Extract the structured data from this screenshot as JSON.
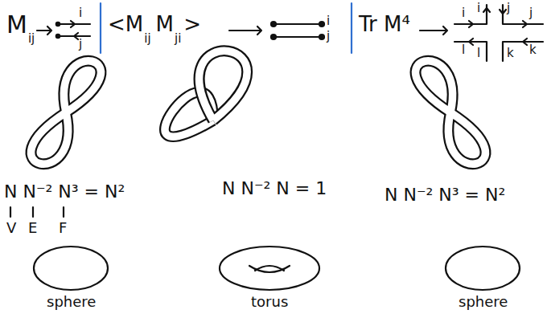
{
  "diagram": {
    "labels": [
      "M",
      "ij",
      "i",
      "j",
      "<M",
      "ij",
      "M",
      "ji",
      ">",
      "i",
      "j",
      "Tr M⁴",
      "i",
      "i",
      "j",
      "j",
      "l",
      "l",
      "k",
      "k",
      "N N⁻² N³ = N²",
      "V",
      "E",
      "F",
      "sphere",
      "N N⁻² N = 1",
      "torus",
      "N N⁻² N³ = N²",
      "sphere"
    ]
  }
}
